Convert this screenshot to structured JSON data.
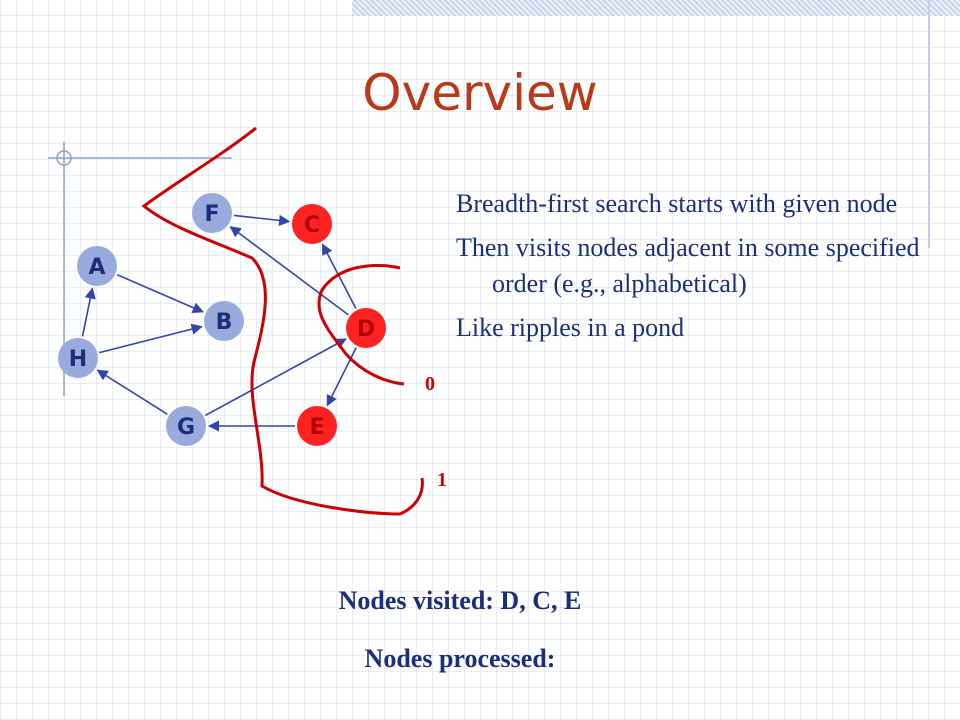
{
  "title": "Overview",
  "bullets": [
    "Breadth-first search starts with given node",
    "Then visits nodes adjacent in some specified order (e.g., alphabetical)",
    "Like ripples in a pond"
  ],
  "footer": {
    "visited": "Nodes visited: D, C, E",
    "processed": "Nodes processed:"
  },
  "colors": {
    "title": "#b83a1b",
    "text": "#1c2e7a",
    "node_unvisited": "#99aadd",
    "node_visited": "#ff2222",
    "ripple": "#cc0000",
    "edge": "#3344aa"
  },
  "graph": {
    "nodes": [
      {
        "id": "F",
        "label": "F",
        "visited": false
      },
      {
        "id": "C",
        "label": "C",
        "visited": true
      },
      {
        "id": "A",
        "label": "A",
        "visited": false
      },
      {
        "id": "B",
        "label": "B",
        "visited": false
      },
      {
        "id": "D",
        "label": "D",
        "visited": true
      },
      {
        "id": "H",
        "label": "H",
        "visited": false
      },
      {
        "id": "G",
        "label": "G",
        "visited": false
      },
      {
        "id": "E",
        "label": "E",
        "visited": true
      }
    ],
    "edges": [
      {
        "from": "F",
        "to": "C"
      },
      {
        "from": "D",
        "to": "C"
      },
      {
        "from": "D",
        "to": "F"
      },
      {
        "from": "D",
        "to": "E"
      },
      {
        "from": "A",
        "to": "B"
      },
      {
        "from": "H",
        "to": "A"
      },
      {
        "from": "H",
        "to": "B"
      },
      {
        "from": "G",
        "to": "H"
      },
      {
        "from": "G",
        "to": "D"
      },
      {
        "from": "E",
        "to": "G"
      }
    ],
    "ripples": [
      {
        "label": "0"
      },
      {
        "label": "1"
      }
    ]
  }
}
